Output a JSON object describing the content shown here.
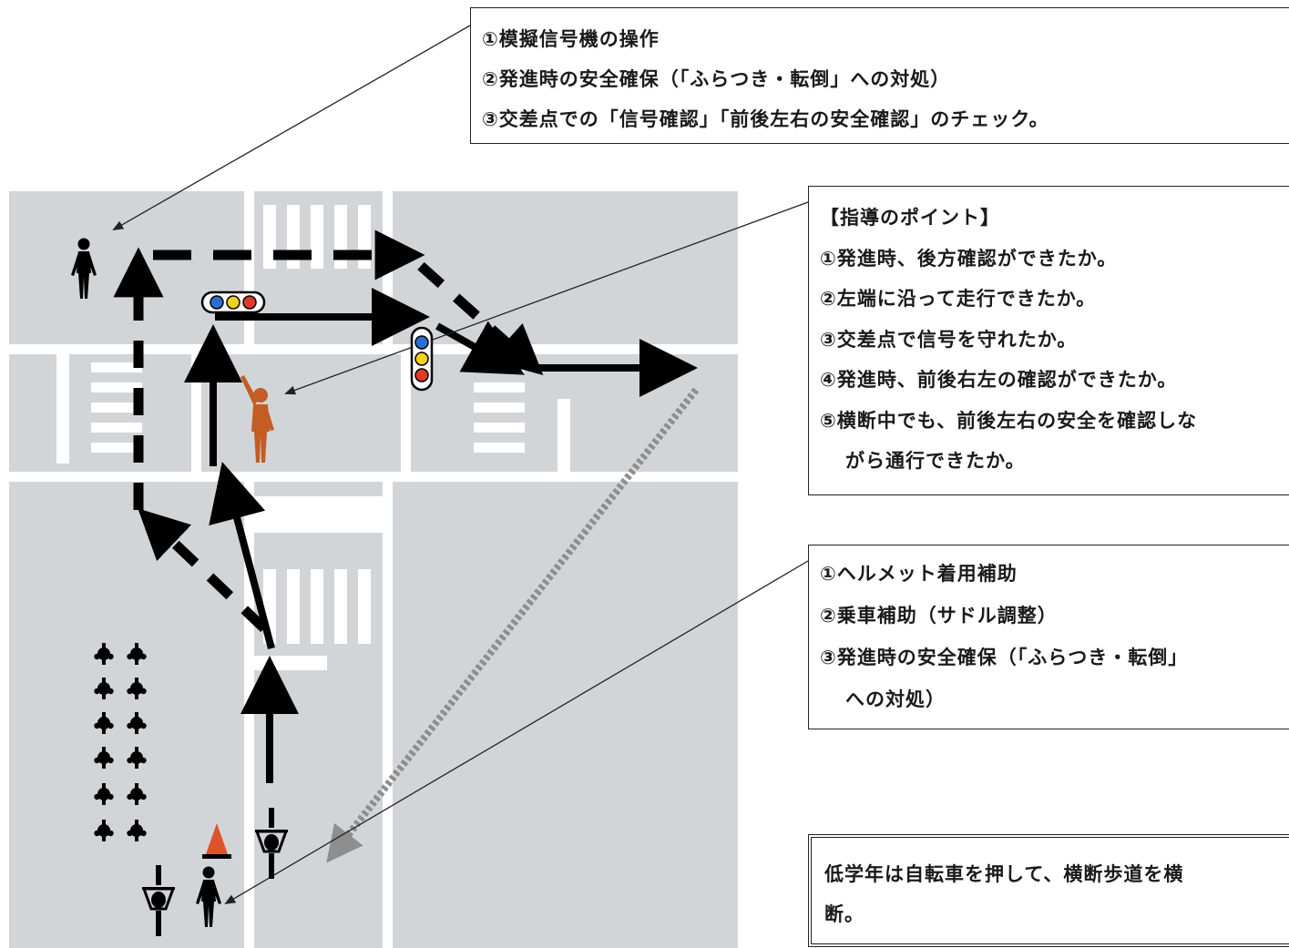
{
  "boxes": {
    "top": {
      "lines": [
        "①模擬信号機の操作",
        "②発進時の安全確保（「ふらつき・転倒」への対処）",
        "③交差点での「信号確認」「前後左右の安全確認」のチェック。"
      ]
    },
    "points": {
      "title": "【指導のポイント】",
      "lines": [
        "①発進時、後方確認ができたか。",
        "②左端に沿って走行できたか。",
        "③交差点で信号を守れたか。",
        "④発進時、前後右左の確認ができたか。",
        "⑤横断中でも、前後左右の安全を確認しな",
        "がら通行できたか。"
      ]
    },
    "assist": {
      "lines": [
        "①ヘルメット着用補助",
        "②乗車補助（サドル調整）",
        "③発進時の安全確保（「ふらつき・転倒」",
        "への対処）"
      ]
    },
    "note": {
      "lines": [
        "低学年は自転車を押して、横断歩道を横",
        "断。"
      ]
    }
  },
  "colors": {
    "road": "#d2d5d8",
    "lane": "#ffffff",
    "arrow": "#000000",
    "dotted_arrow": "#8e8e8e",
    "instructor": "#c45c24",
    "cone": "#e0522a",
    "signal_blue": "#2a6fd0",
    "signal_yellow": "#f2d21c",
    "signal_red": "#e03a2a"
  },
  "icons": [
    "person-icon",
    "instructor-person-icon",
    "traffic-signal-icon",
    "bicycle-icon",
    "traffic-cone-icon",
    "waiting-child-icon"
  ]
}
